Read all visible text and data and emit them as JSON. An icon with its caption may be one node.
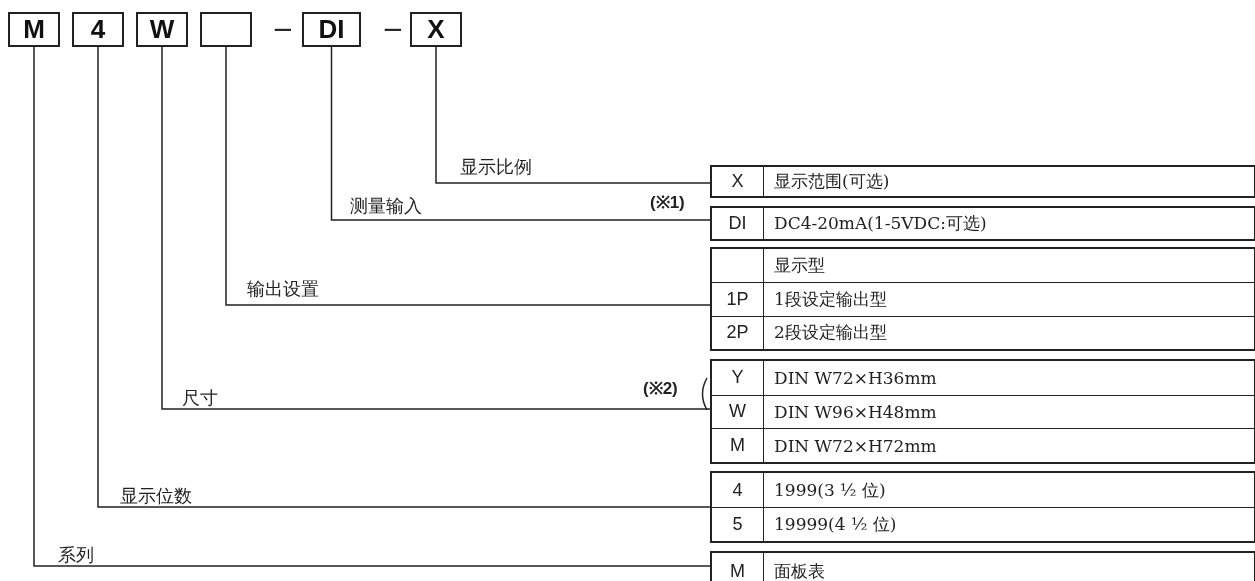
{
  "diagram": {
    "nodes": [
      {
        "text": [
          "M"
        ]
      },
      {
        "text": [
          "4"
        ]
      },
      {
        "text": [
          "W"
        ]
      },
      {
        "text": [],
        "shape": "box"
      },
      {
        "text": [
          "DI"
        ]
      },
      {
        "text": [
          "X"
        ]
      },
      {
        "text": [],
        "shape": "box"
      },
      {
        "text": [
          "X",
          "显示范围(可选)"
        ],
        "in": 6
      },
      {
        "text": [],
        "shape": "box"
      },
      {
        "text": [
          "DI",
          "DC4-20mA(1-5VDC:可选)"
        ],
        "in": 8
      },
      {
        "text": [],
        "shape": "box"
      },
      {
        "text": [
          "显示型"
        ],
        "in": 10
      },
      {
        "text": [
          "1P",
          "1段设定输出型"
        ],
        "in": 10
      },
      {
        "text": [
          "2P",
          "2段设定输出型"
        ],
        "in": 10
      },
      {
        "text": [],
        "shape": "box"
      },
      {
        "text": [
          "Y",
          "DIN W72×H36mm"
        ],
        "in": 14
      },
      {
        "text": [
          "W",
          "DIN W96×H48mm"
        ],
        "in": 14
      },
      {
        "text": [
          "M",
          "DIN W72×H72mm"
        ],
        "in": 14
      },
      {
        "text": [],
        "shape": "box"
      },
      {
        "text": [
          "4",
          "1999(3 ½ 位)"
        ],
        "in": 18
      },
      {
        "text": [
          "5",
          "19999(4 ½ 位)"
        ],
        "in": 18
      },
      {
        "text": [],
        "shape": "box"
      },
      {
        "text": [
          "M",
          "面板表"
        ],
        "in": 21
      }
    ],
    "edges": [
      {
        "from": 5,
        "to": 6,
        "arrow": "none",
        "label": "显示比例"
      },
      {
        "from": 4,
        "to": 8,
        "arrow": "none",
        "label": "测量输入"
      },
      {
        "from": 3,
        "to": 10,
        "arrow": "none",
        "label": "输出设置"
      },
      {
        "from": 2,
        "to": 14,
        "arrow": "none",
        "label": "尺寸"
      },
      {
        "from": 1,
        "to": 18,
        "arrow": "none",
        "label": "显示位数"
      },
      {
        "from": 0,
        "to": 21,
        "arrow": "none",
        "label": "系列"
      }
    ],
    "labels": [
      "−",
      "−",
      "(※1)",
      "(※2)"
    ]
  }
}
